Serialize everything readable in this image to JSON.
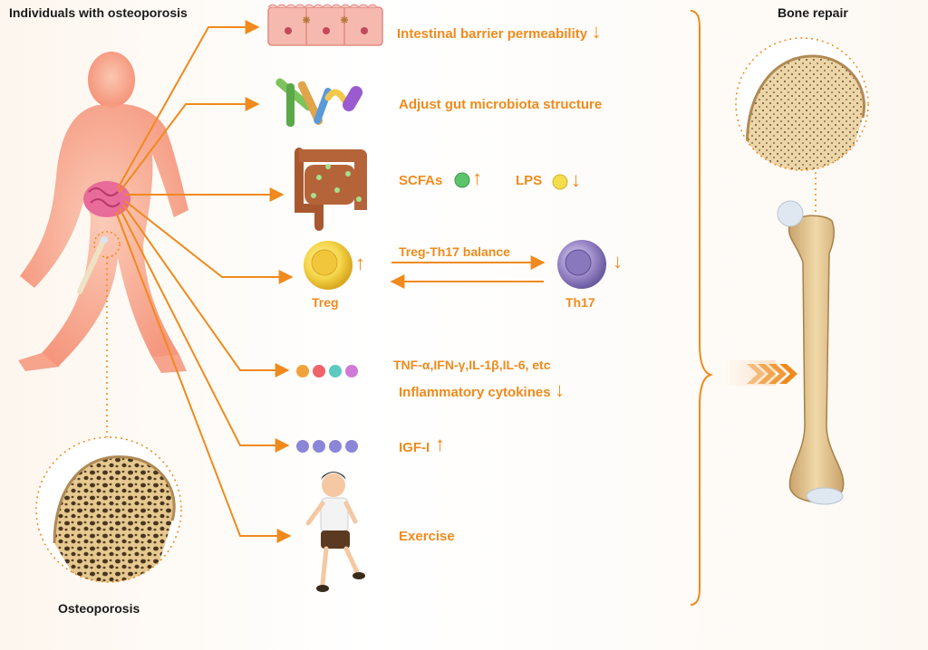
{
  "header": {
    "left_title": "Individuals with osteoporosis",
    "right_title": "Bone repair"
  },
  "effects": {
    "barrier": "Intestinal barrier permeability",
    "microbiota": "Adjust gut microbiota structure",
    "scfas": "SCFAs",
    "lps": "LPS",
    "treg_th17_balance": "Treg-Th17 balance",
    "treg": "Treg",
    "th17": "Th17",
    "cytokine_list": "TNF-α,IFN-γ,IL-1β,IL-6, etc",
    "cytokines": "Inflammatory cytokines",
    "igf": "IGF-I",
    "exercise": "Exercise"
  },
  "footer": {
    "osteoporosis_label": "Osteoporosis"
  },
  "arrows": {
    "up": "↑",
    "down": "↓"
  },
  "colors": {
    "accent": "#f08a1c",
    "figure": "#f7a98e",
    "bone": "#e8cf9e",
    "cell_treg": "#f5d64a",
    "cell_th17": "#9a88c8"
  }
}
